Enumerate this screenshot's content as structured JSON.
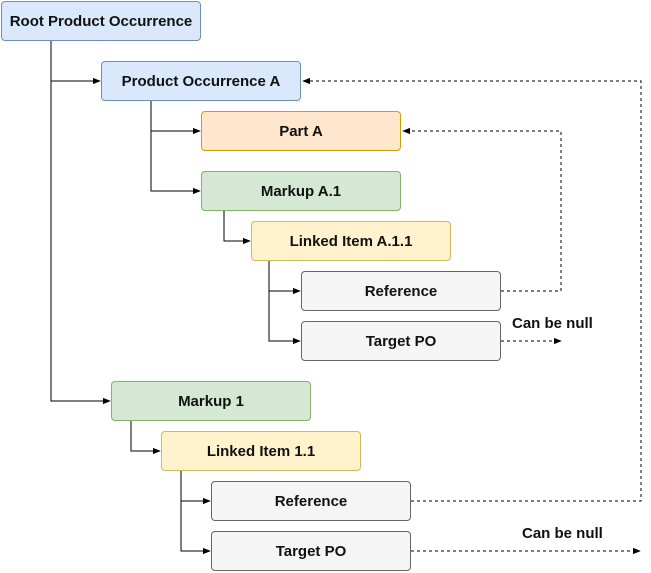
{
  "nodes": {
    "root": "Root Product Occurrence",
    "product_occurrence_a": "Product Occurrence A",
    "part_a": "Part A",
    "markup_a1": "Markup A.1",
    "linked_item_a11": "Linked Item A.1.1",
    "reference_a": "Reference",
    "target_po_a": "Target PO",
    "markup_1": "Markup 1",
    "linked_item_11": "Linked Item 1.1",
    "reference_1": "Reference",
    "target_po_1": "Target PO"
  },
  "notes": {
    "null_a": "Can be null",
    "null_1": "Can be null"
  },
  "colors": {
    "blue_fill": "#dae8fc",
    "orange_fill": "#ffe6cc",
    "green_fill": "#d5e8d4",
    "yellow_fill": "#fff2cc",
    "gray_fill": "#f5f5f5",
    "line": "#000000"
  }
}
